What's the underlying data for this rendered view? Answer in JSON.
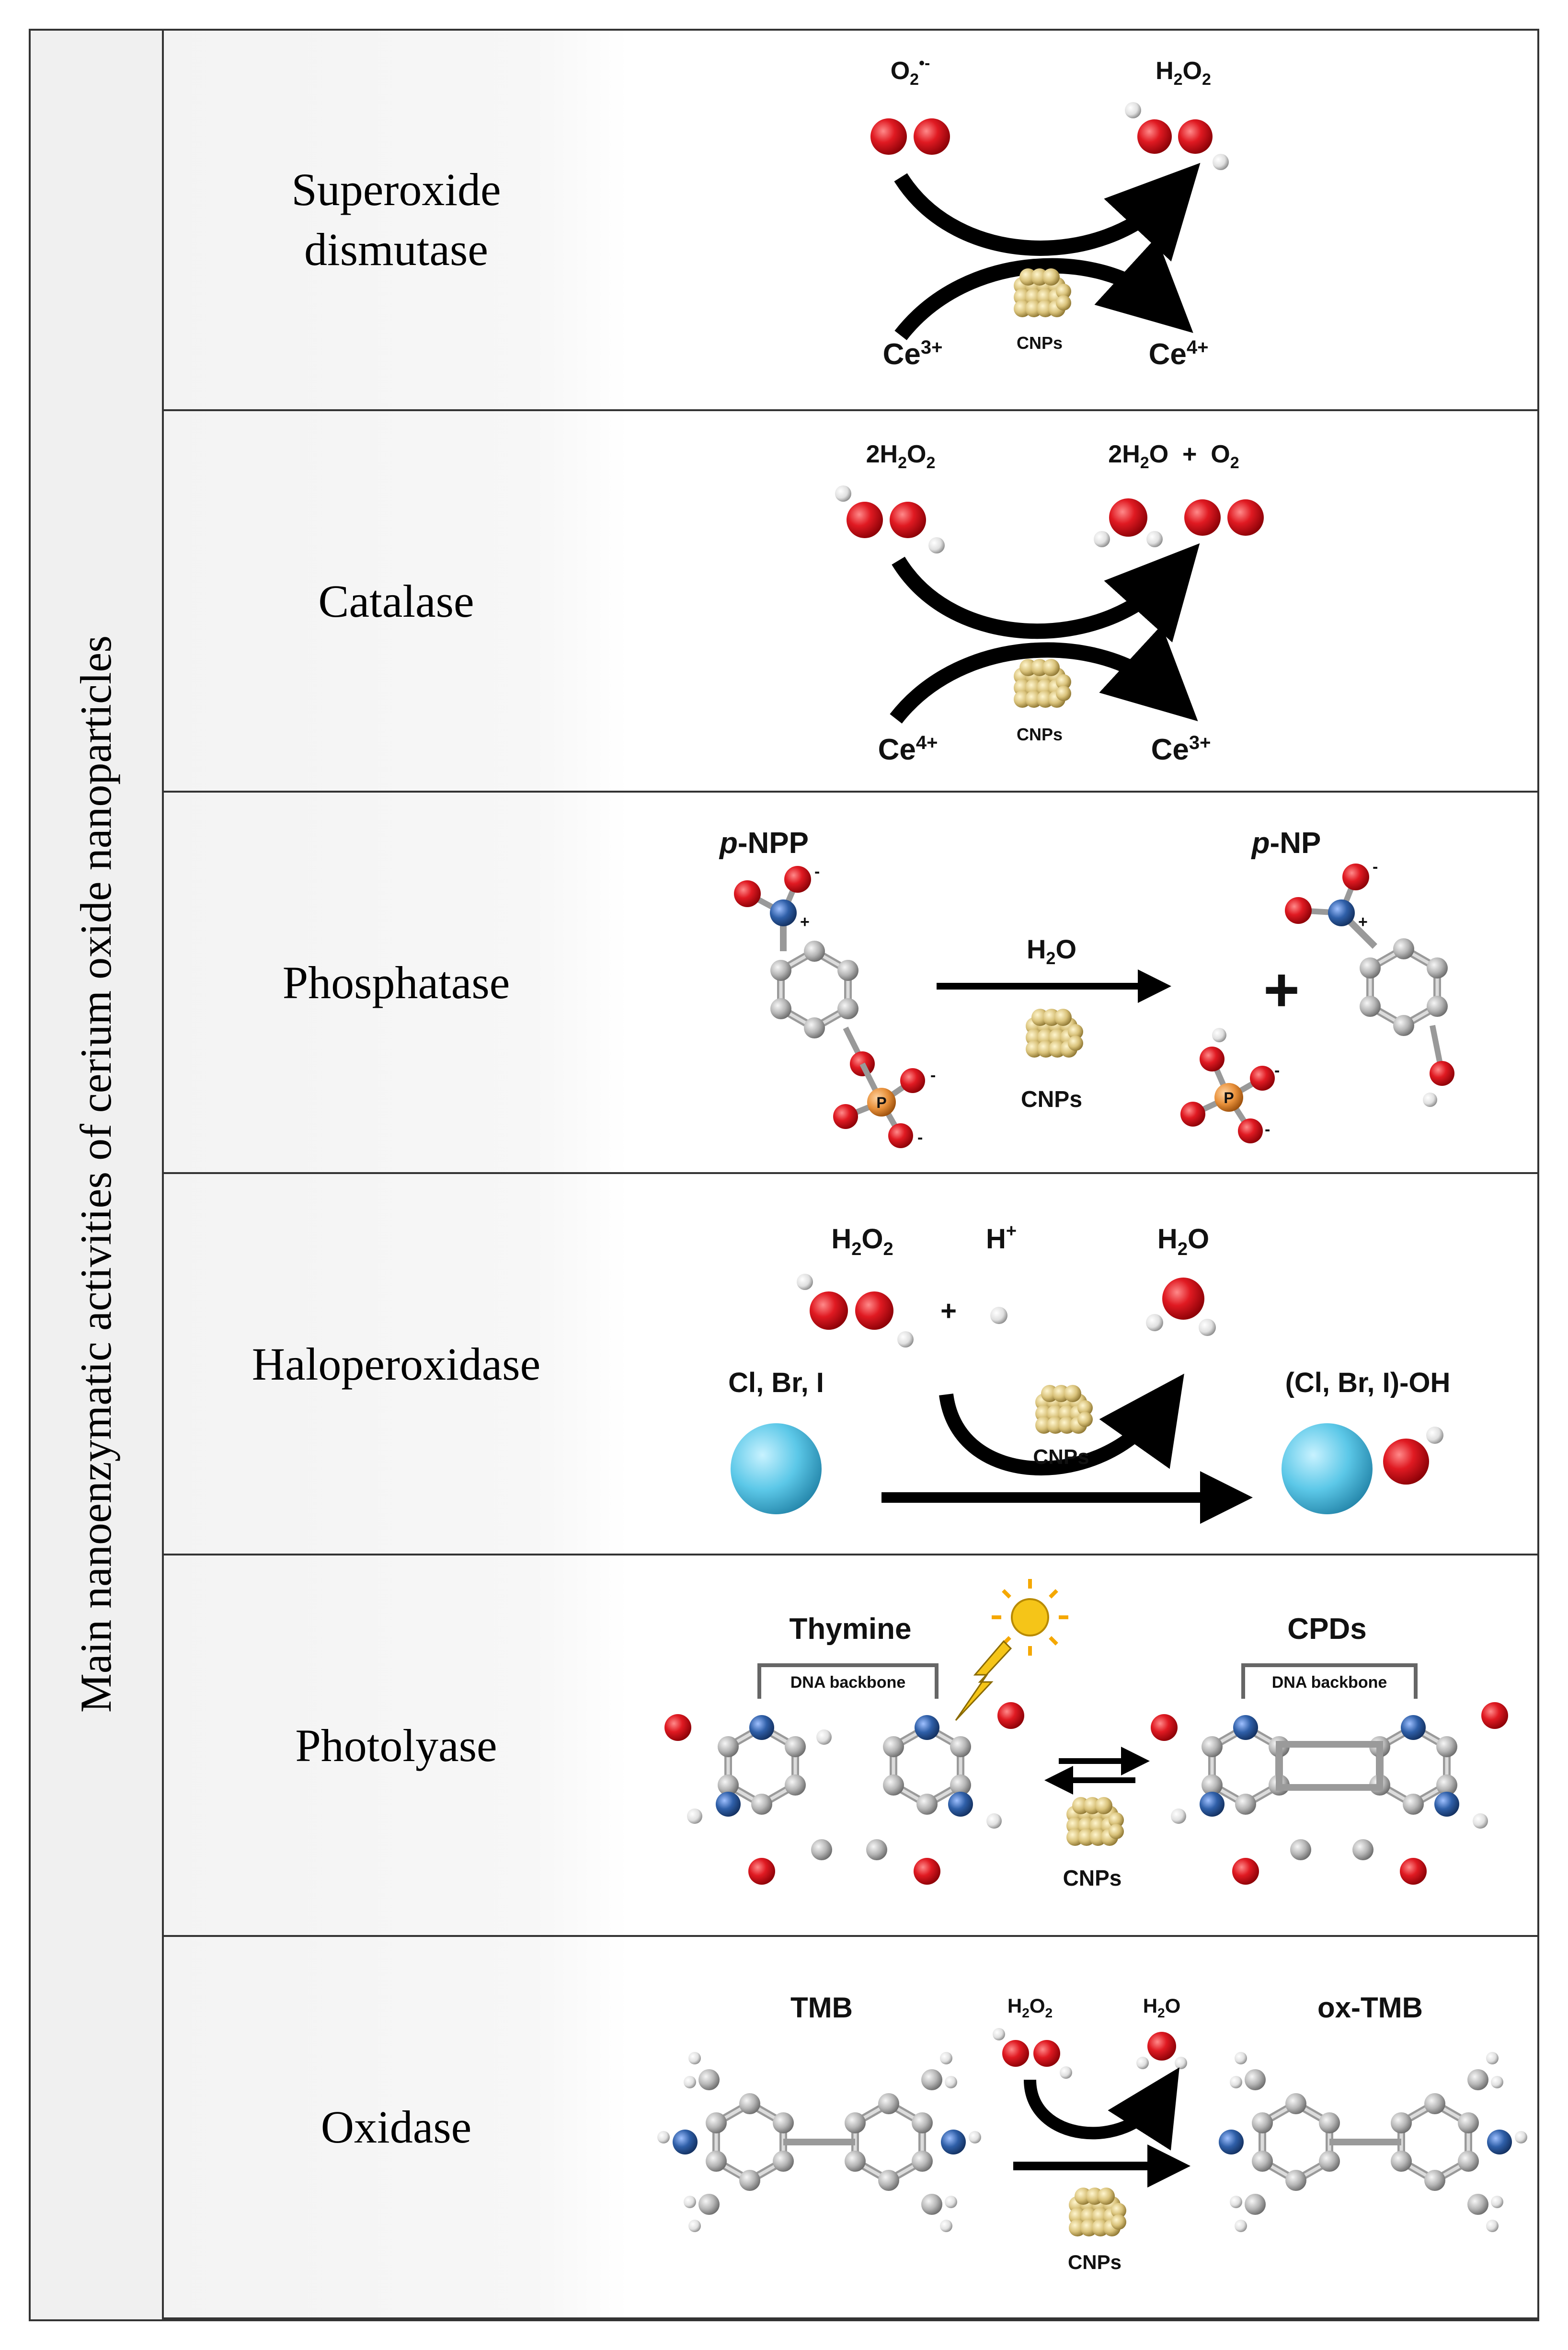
{
  "side_title": "Main nanoenzymatic activities of cerium oxide nanoparticles",
  "rows": [
    {
      "label_line1": "Superoxide",
      "label_line2": "dismutase",
      "substrate": "O",
      "substrate_sub": "2",
      "substrate_sup": "•-",
      "product": "H",
      "product_sub1": "2",
      "product_mid": "O",
      "product_sub2": "2",
      "left_ion": "Ce",
      "left_ion_sup": "3+",
      "right_ion": "Ce",
      "right_ion_sup": "4+",
      "catalyst": "CNPs"
    },
    {
      "label_line1": "Catalase",
      "substrate": "2H",
      "substrate_sub1": "2",
      "substrate_mid": "O",
      "substrate_sub2": "2",
      "product": "2H",
      "product_sub1": "2",
      "product_mid": "O  +  O",
      "product_sub2": "2",
      "left_ion": "Ce",
      "left_ion_sup": "4+",
      "right_ion": "Ce",
      "right_ion_sup": "3+",
      "catalyst": "CNPs"
    },
    {
      "label_line1": "Phosphatase",
      "substrate_prefix": "p",
      "substrate": "-NPP",
      "product_prefix": "p",
      "product": "-NP",
      "reagent": "H",
      "reagent_sub": "2",
      "reagent_end": "O",
      "catalyst": "CNPs",
      "phosphorus": "P"
    },
    {
      "label_line1": "Haloperoxidase",
      "reagent1": "H",
      "reagent1_sub1": "2",
      "reagent1_mid": "O",
      "reagent1_sub2": "2",
      "reagent2": "H",
      "reagent2_sup": "+",
      "product": "H",
      "product_sub": "2",
      "product_end": "O",
      "halide": "Cl, Br, I",
      "halide_product": "(Cl, Br, I)-OH",
      "catalyst": "CNPs"
    },
    {
      "label_line1": "Photolyase",
      "substrate": "Thymine",
      "product": "CPDs",
      "backbone_left": "DNA backbone",
      "backbone_right": "DNA backbone",
      "catalyst": "CNPs"
    },
    {
      "label_line1": "Oxidase",
      "substrate": "TMB",
      "product": "ox-TMB",
      "reagent": "H",
      "reagent_sub1": "2",
      "reagent_mid": "O",
      "reagent_sub2": "2",
      "coproduct": "H",
      "coproduct_sub": "2",
      "coproduct_end": "O",
      "catalyst": "CNPs"
    }
  ],
  "colors": {
    "oxygen": "#d4141c",
    "hydrogen": "#e8e8e8",
    "carbon": "#b8b8b8",
    "nitrogen": "#2f5fa8",
    "phosphorus": "#e8903a",
    "halide": "#5cc8e8",
    "nanoparticle": "#d9c27a",
    "sun": "#f5c518"
  }
}
